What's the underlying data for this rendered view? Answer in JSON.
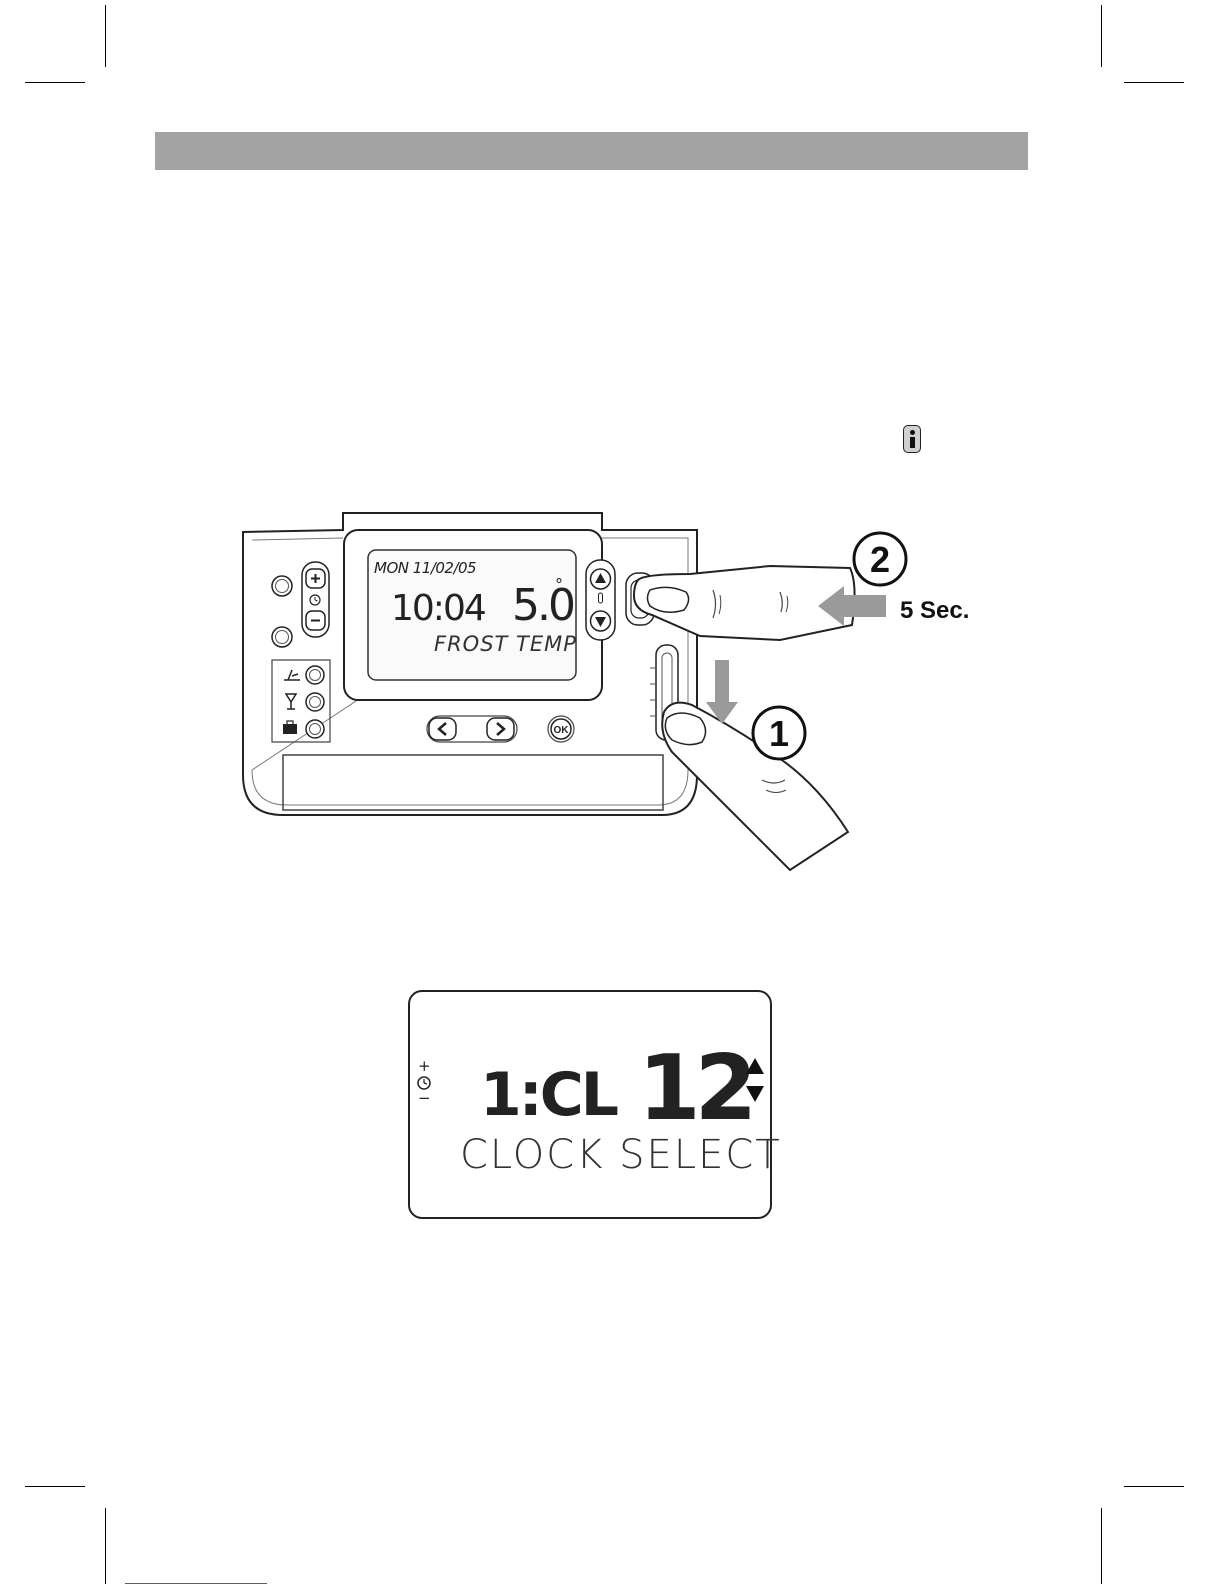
{
  "device": {
    "date_line": "MON 11/02/05",
    "time": "10:04",
    "temperature": "5.0",
    "degree": "°",
    "mode_text": "FROST TEMP",
    "ok_label": "OK"
  },
  "callouts": {
    "step2": "2",
    "step1": "1",
    "duration": "5 Sec."
  },
  "display": {
    "param": "1:CL",
    "value": "12",
    "label": "CLOCK SELECT",
    "plus": "+",
    "minus": "−"
  }
}
